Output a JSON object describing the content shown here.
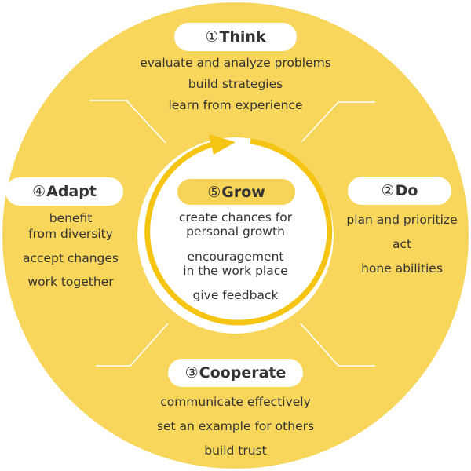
{
  "colors": {
    "ring": "#f8d65c",
    "divider": "#ffffff",
    "center_fill": "#ffffff",
    "center_arrow": "#f6c413",
    "text": "#333333"
  },
  "sections": {
    "think": {
      "number": "①",
      "label": "Think",
      "items": [
        "evaluate and analyze problems",
        "build strategies",
        "learn from experience"
      ]
    },
    "do": {
      "number": "②",
      "label": "Do",
      "items": [
        "plan and prioritize",
        "act",
        "hone abilities"
      ]
    },
    "cooperate": {
      "number": "③",
      "label": "Cooperate",
      "items": [
        "communicate effectively",
        "set an example for others",
        "build trust"
      ]
    },
    "adapt": {
      "number": "④",
      "label": "Adapt",
      "items": [
        "benefit",
        "from diversity",
        "accept changes",
        "work together"
      ]
    },
    "grow": {
      "number": "⑤",
      "label": "Grow",
      "items": [
        "create chances for",
        "personal growth",
        "encouragement",
        "in the work place",
        "give feedback"
      ]
    }
  }
}
